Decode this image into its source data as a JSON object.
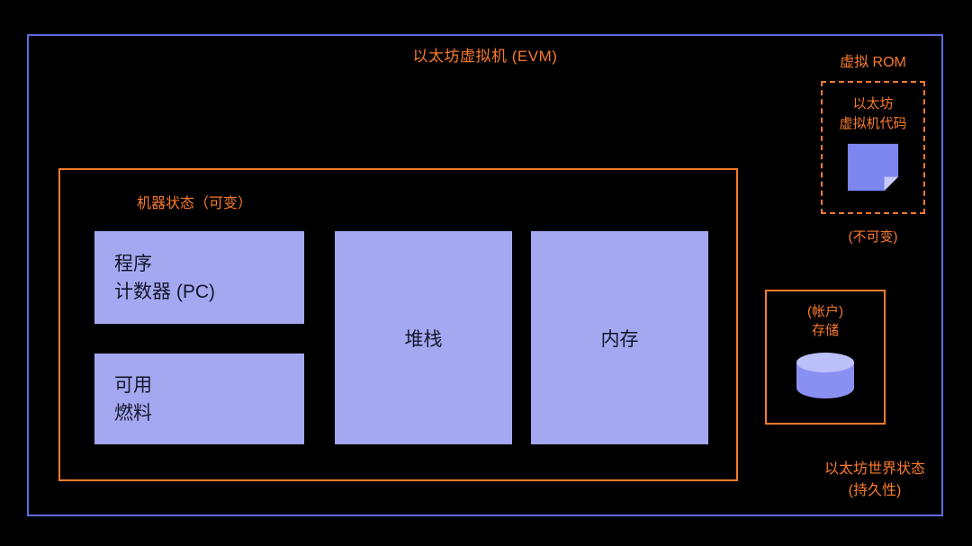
{
  "colors": {
    "background": "#000000",
    "orange": "#f97b2c",
    "blue_border": "#5f6bdd",
    "box_fill": "#a3a8f0",
    "box_text": "#15162b",
    "note_main": "#7d85ef",
    "note_fold": "#c7caf9",
    "cylinder_body": "#8a90f2",
    "cylinder_top": "#bcc0f8"
  },
  "evm": {
    "title": "以太坊虚拟机 (EVM)",
    "machine_state": {
      "label": "机器状态（可变）",
      "pc_box": {
        "line1": "程序",
        "line2": "计数器 (PC)"
      },
      "gas_box": {
        "line1": "可用",
        "line2": "燃料"
      },
      "stack_box": {
        "label": "堆栈"
      },
      "memory_box": {
        "label": "内存"
      }
    },
    "virtual_rom": {
      "title": "虚拟 ROM",
      "code_line1": "以太坊",
      "code_line2": "虚拟机代码",
      "caption": "(不可变)"
    },
    "storage": {
      "line1": "(帐户)",
      "line2": "存储"
    },
    "world_state": {
      "line1": "以太坊世界状态",
      "line2": "(持久性)"
    }
  }
}
